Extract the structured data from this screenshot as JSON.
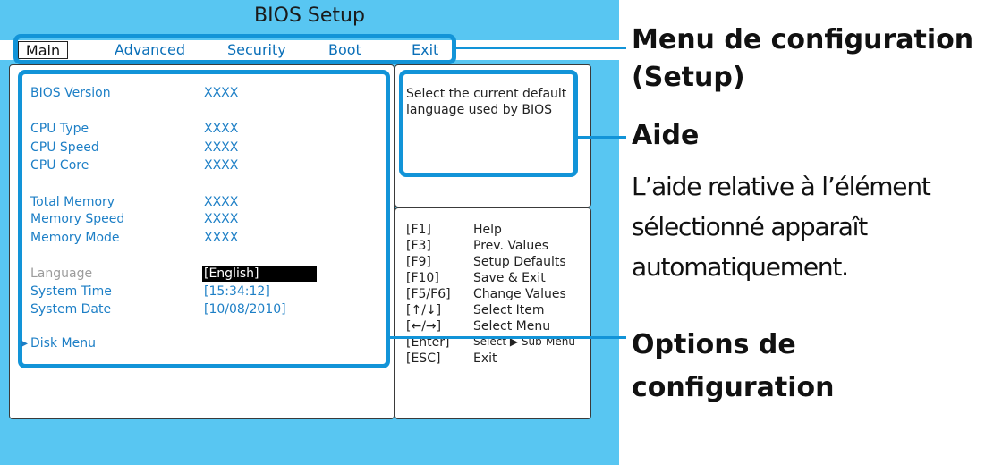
{
  "bios": {
    "title": "BIOS Setup",
    "menu": [
      "Main",
      "Advanced",
      "Security",
      "Boot",
      "Exit"
    ],
    "items": [
      {
        "label": "BIOS Version",
        "value": "XXXX"
      },
      {
        "label": "CPU Type",
        "value": "XXXX"
      },
      {
        "label": "CPU Speed",
        "value": "XXXX"
      },
      {
        "label": "CPU Core",
        "value": "XXXX"
      },
      {
        "label": "Total Memory",
        "value": "XXXX"
      },
      {
        "label": "Memory Speed",
        "value": "XXXX"
      },
      {
        "label": "Memory Mode",
        "value": "XXXX"
      },
      {
        "label": "Language",
        "value": "[English]"
      },
      {
        "label": "System Time",
        "value": "[15:34:12]"
      },
      {
        "label": "System Date",
        "value": "[10/08/2010]"
      }
    ],
    "submenu": "Disk Menu",
    "help_text": "Select the current default language used by BIOS",
    "keys": [
      {
        "key": "[F1]",
        "desc": "Help"
      },
      {
        "key": "[F3]",
        "desc": "Prev. Values"
      },
      {
        "key": "[F9]",
        "desc": "Setup Defaults"
      },
      {
        "key": "[F10]",
        "desc": "Save & Exit"
      },
      {
        "key": "[F5/F6]",
        "desc": "Change Values"
      },
      {
        "key": "[↑/↓]",
        "desc": "Select Item"
      },
      {
        "key": "[←/→]",
        "desc": "Select Menu"
      },
      {
        "key": "[Enter]",
        "desc": "Select ▶ Sub-Menu"
      },
      {
        "key": "[ESC]",
        "desc": "Exit"
      }
    ]
  },
  "annotations": {
    "menu_label": "Menu de configuration (Setup)",
    "help_title": "Aide",
    "help_desc": "L’aide relative à l’élément sélectionné apparaît automatiquement.",
    "options_label": "Options de configuration"
  },
  "colors": {
    "bios_bg": "#58c6f2",
    "highlight": "#1294d8",
    "text_blue": "#1d7fc6"
  }
}
